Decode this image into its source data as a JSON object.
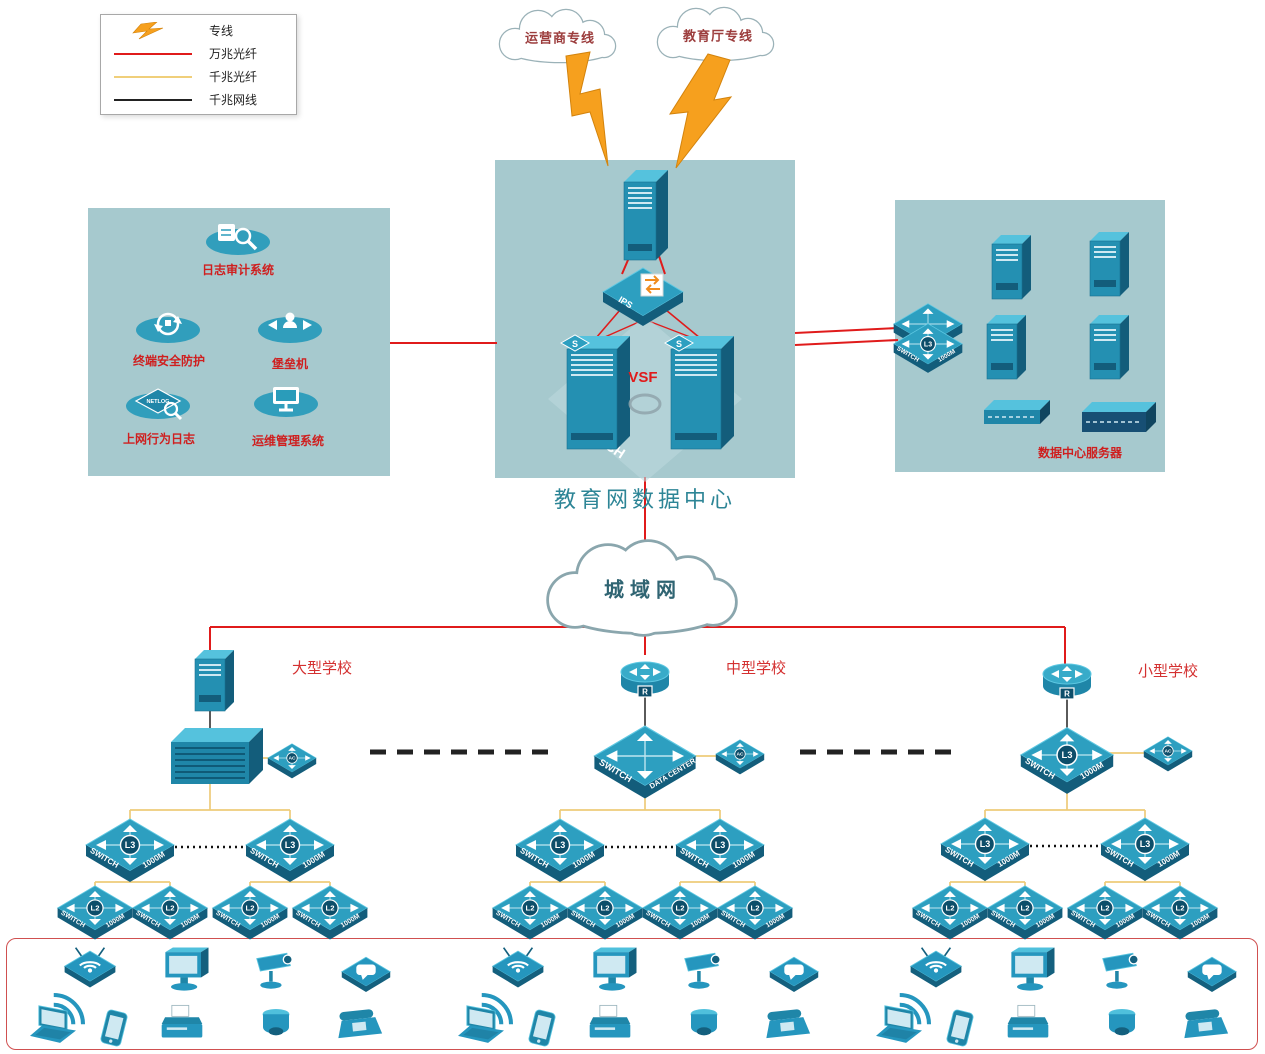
{
  "legend": {
    "items": [
      {
        "label": "专线",
        "type": "lightning"
      },
      {
        "label": "万兆光纤",
        "type": "line",
        "color": "#e01b1b"
      },
      {
        "label": "千兆光纤",
        "type": "line",
        "color": "#f0cf7a"
      },
      {
        "label": "千兆网线",
        "type": "line",
        "color": "#222222"
      }
    ]
  },
  "clouds": {
    "carrier": "运营商专线",
    "edu": "教育厅专线",
    "man": "城域网"
  },
  "security_panel": {
    "items": [
      {
        "label": "日志审计系统"
      },
      {
        "label": "终端安全防护"
      },
      {
        "label": "堡垒机"
      },
      {
        "label": "上网行为日志"
      },
      {
        "label": "运维管理系统"
      }
    ]
  },
  "datacenter": {
    "title": "教育网数据中心",
    "vsf": "VSF"
  },
  "server_panel": {
    "label": "数据中心服务器"
  },
  "schools": [
    {
      "name": "大型学校"
    },
    {
      "name": "中型学校"
    },
    {
      "name": "小型学校"
    }
  ],
  "device_labels": {
    "l3": "L3",
    "l2": "L2",
    "ac": "AC",
    "switch": "SWITCH",
    "m1000": "1000M",
    "data_center": "DATA CENTER",
    "ips": "IPS",
    "netlog": "NETLOG",
    "r": "R",
    "s": "S"
  },
  "colors": {
    "fiber10g": "#e01b1b",
    "fiber1g": "#eecb79",
    "cable1g": "#222222",
    "device_teal": "#2596be",
    "panel_teal": "#a6c9ce",
    "lightning_orange": "#f6a01e"
  }
}
